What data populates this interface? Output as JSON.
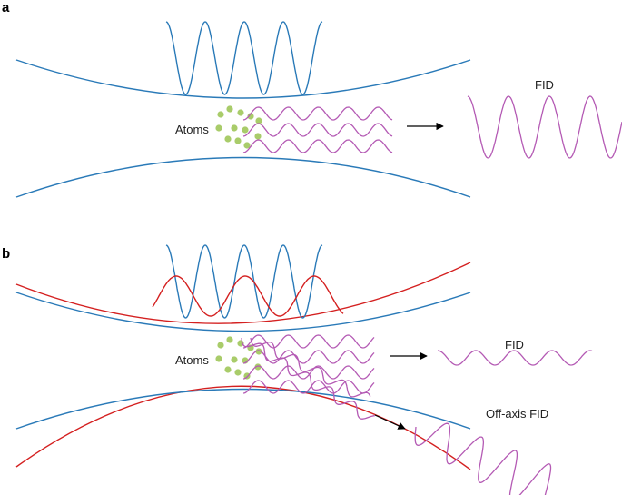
{
  "panels": [
    {
      "label": "a",
      "atoms_label": "Atoms",
      "output_label": "FID"
    },
    {
      "label": "b",
      "atoms_label": "Atoms",
      "output_label": "FID",
      "offaxis_label": "Off-axis FID"
    }
  ],
  "colors": {
    "cavity_mode": "#2a7ab8",
    "second_mode": "#d42020",
    "atomic_wave": "#b45ab4",
    "atoms": "#a9cc6a"
  }
}
